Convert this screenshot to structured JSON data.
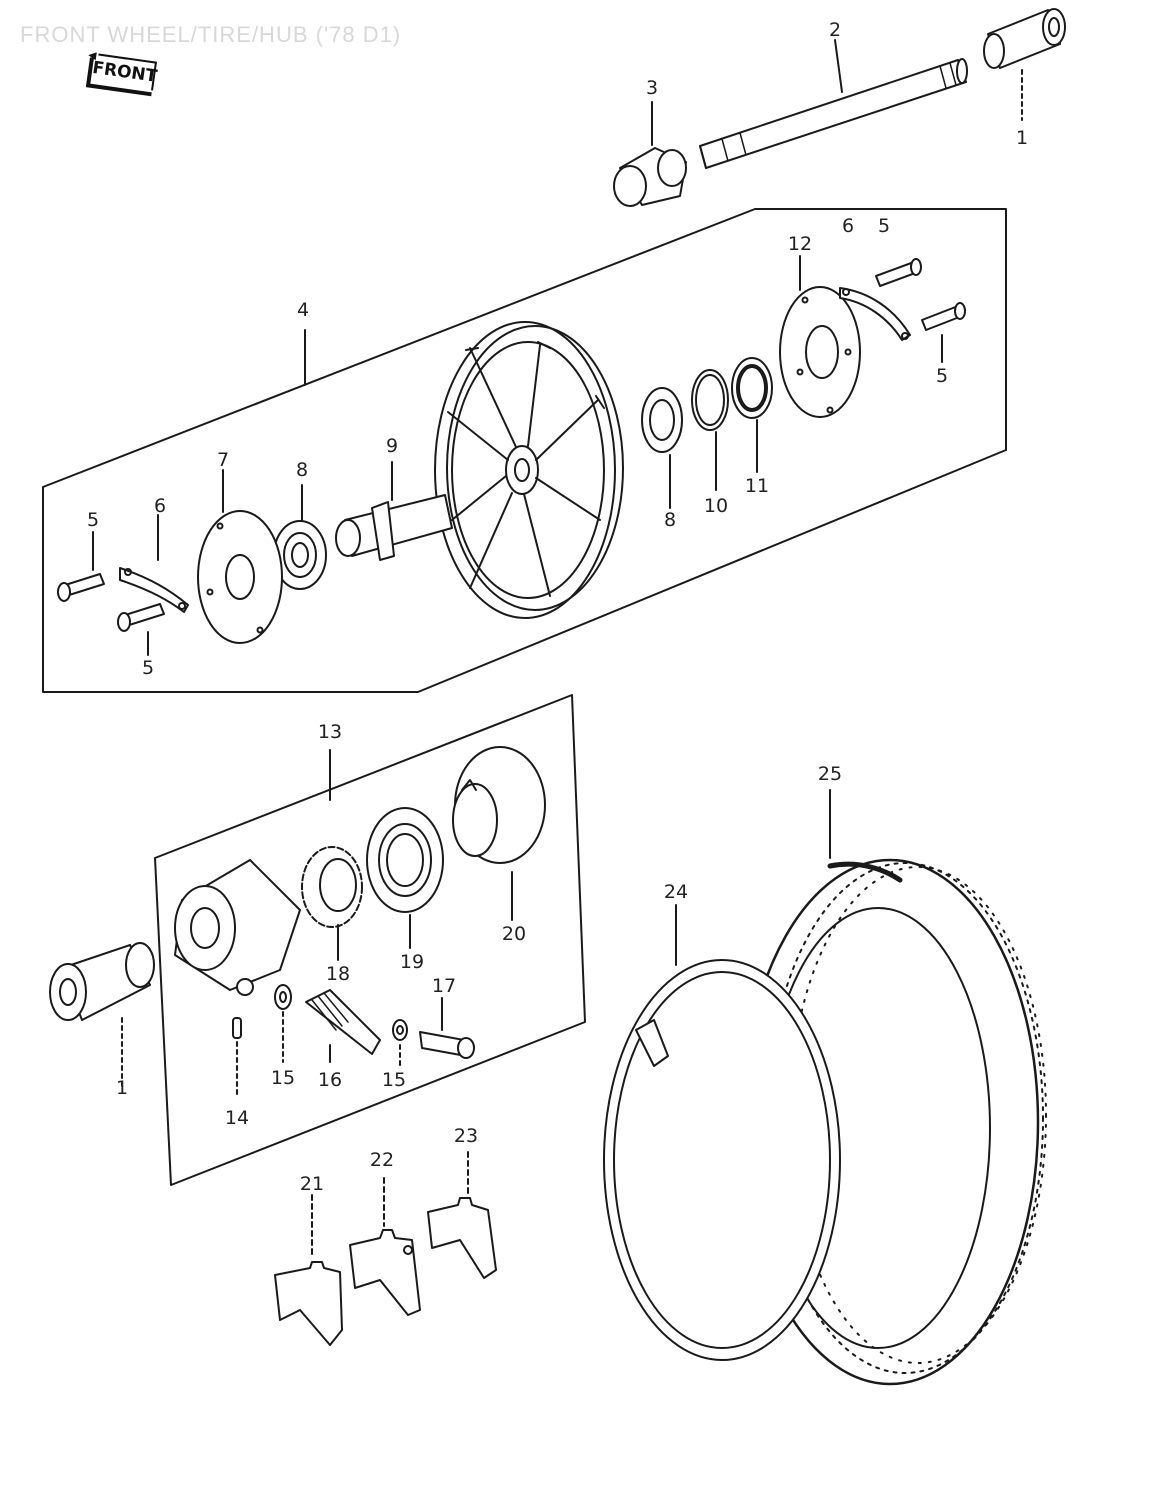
{
  "title": "FRONT WHEEL/TIRE/HUB ('78 D1)",
  "front_badge": "FRONT",
  "callouts": {
    "c1a": "1",
    "c2": "2",
    "c3": "3",
    "c4": "4",
    "c5a": "5",
    "c5b": "5",
    "c5c": "5",
    "c5d": "5",
    "c6a": "6",
    "c6b": "6",
    "c7": "7",
    "c8a": "8",
    "c8b": "8",
    "c9": "9",
    "c10": "10",
    "c11": "11",
    "c12": "12",
    "c13": "13",
    "c1b": "1",
    "c14": "14",
    "c15a": "15",
    "c15b": "15",
    "c16": "16",
    "c17": "17",
    "c18": "18",
    "c19": "19",
    "c20": "20",
    "c21": "21",
    "c22": "22",
    "c23": "23",
    "c24": "24",
    "c25": "25"
  }
}
